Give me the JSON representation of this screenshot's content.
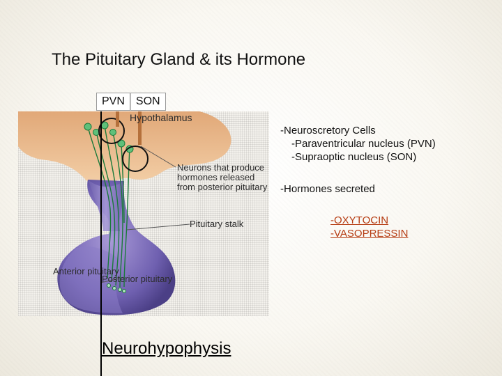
{
  "slide": {
    "title": "The Pituitary Gland & its Hormone",
    "tags": [
      "PVN",
      "SON"
    ],
    "figure": {
      "labels": {
        "hypothalamus": "Hypothalamus",
        "neurons": "Neurons that produce hormones released from posterior pituitary",
        "stalk": "Pituitary stalk",
        "anterior": "Anterior pituitary",
        "posterior": "Posterior pituitary"
      }
    },
    "bottom_label": "Neurohypophysis",
    "text": {
      "heading": "-Neuroscretory Cells",
      "item1": "-Paraventricular nucleus (PVN)",
      "item2": "-Supraoptic nucleus (SON)",
      "hormones_label": "-Hormones secreted",
      "hormone1": "-OXYTOCIN",
      "hormone2": "-VASOPRESSIN"
    },
    "colors": {
      "accent": "#b53a10",
      "pituitary_purple": "#7a6bb8",
      "hypothalamus_tan": "#e6b98a"
    }
  }
}
